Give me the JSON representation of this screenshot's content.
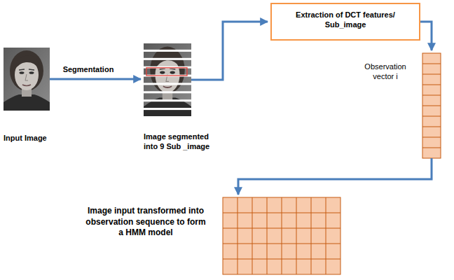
{
  "diagram": {
    "nodes": [
      {
        "text": [
          "Input Image"
        ]
      },
      {
        "text": [
          "Image segmented into 9 Sub _image"
        ]
      },
      {
        "text": [
          "Extraction of DCT features/ Sub_image"
        ]
      },
      {
        "text": [
          "Observation vector i"
        ]
      },
      {
        "text": [
          "Image input transformed into observation sequence to form a HMM model"
        ]
      }
    ],
    "edges": [
      {
        "from": 0,
        "to": 1,
        "arrow": "to",
        "label": "Segmentation"
      },
      {
        "from": 1,
        "to": 2,
        "arrow": "to"
      },
      {
        "from": 2,
        "to": 3,
        "arrow": "to"
      },
      {
        "from": 3,
        "to": 4,
        "arrow": "to"
      }
    ]
  }
}
